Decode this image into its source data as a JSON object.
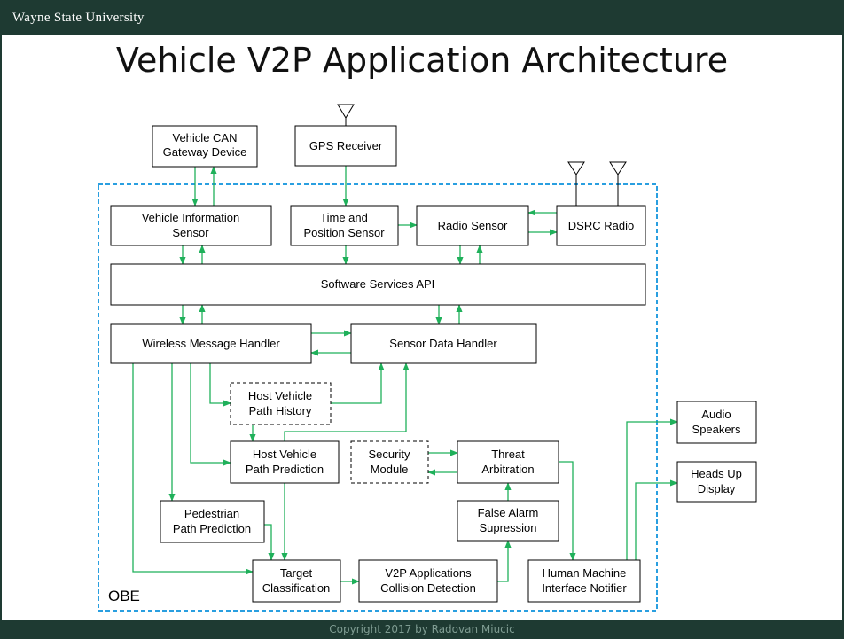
{
  "header": {
    "university": "Wayne State University"
  },
  "title": "Vehicle V2P Application Architecture",
  "footer": {
    "copyright": "Copyright 2017 by Radovan Miucic"
  },
  "colors": {
    "bar": "#1e3a32",
    "arrow": "#1fb05a",
    "obe_border": "#2a9fe0"
  },
  "diagram": {
    "obe_label": "OBE",
    "blocks": {
      "can_gateway": [
        "Vehicle CAN",
        "Gateway Device"
      ],
      "gps": [
        "GPS Receiver"
      ],
      "vis": [
        "Vehicle Information",
        "Sensor"
      ],
      "tps": [
        "Time and",
        "Position Sensor"
      ],
      "radio_sensor": [
        "Radio Sensor"
      ],
      "dsrc": [
        "DSRC Radio"
      ],
      "api": [
        "Software Services API"
      ],
      "wmh": [
        "Wireless Message Handler"
      ],
      "sdh": [
        "Sensor Data Handler"
      ],
      "hvph": [
        "Host Vehicle",
        "Path History"
      ],
      "hvpp": [
        "Host Vehicle",
        "Path Prediction"
      ],
      "security": [
        "Security",
        "Module"
      ],
      "threat": [
        "Threat",
        "Arbitration"
      ],
      "ppp": [
        "Pedestrian",
        "Path Prediction"
      ],
      "false_alarm": [
        "False Alarm",
        "Supression"
      ],
      "target": [
        "Target",
        "Classification"
      ],
      "collision": [
        "V2P Applications",
        "Collision Detection"
      ],
      "hmi": [
        "Human Machine",
        "Interface Notifier"
      ],
      "audio": [
        "Audio",
        "Speakers"
      ],
      "hud": [
        "Heads Up",
        "Display"
      ]
    }
  }
}
